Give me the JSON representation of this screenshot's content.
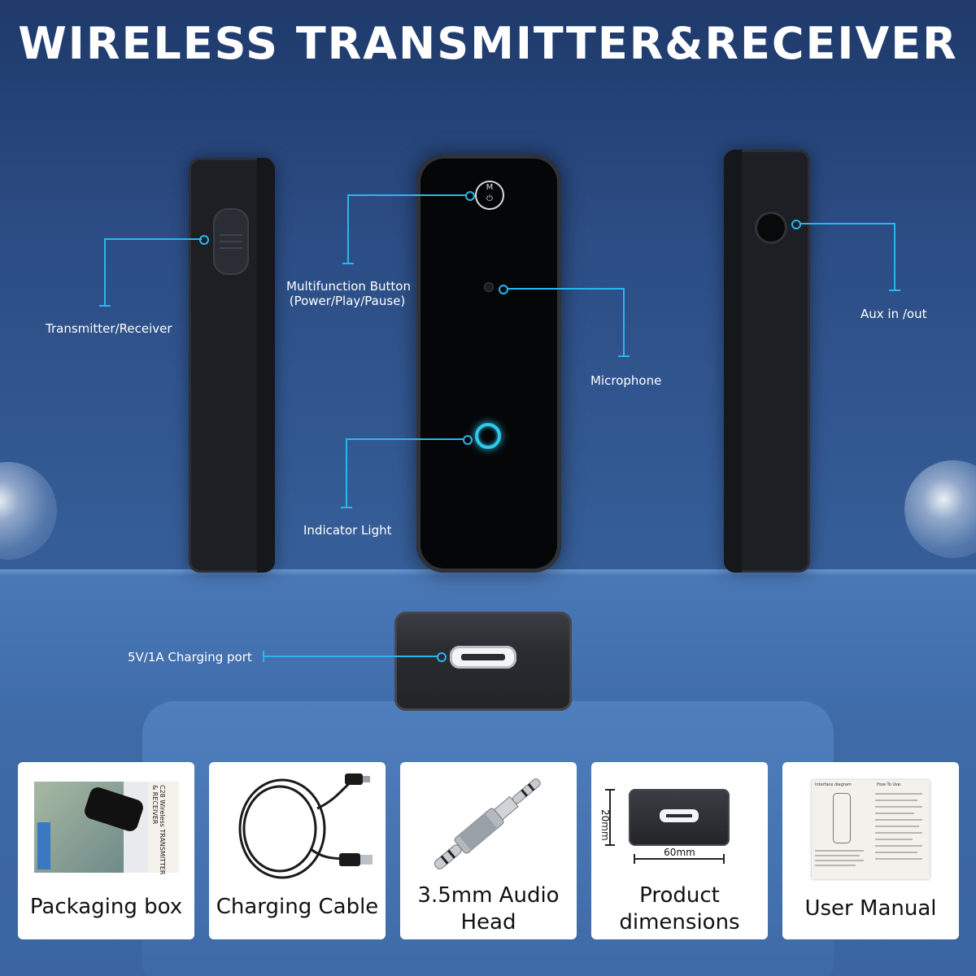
{
  "title": "WIRELESS TRANSMITTER&RECEIVER",
  "callouts": {
    "transmitter_receiver": "Transmitter/Receiver",
    "multifunction_line1": "Multifunction Button",
    "multifunction_line2": "(Power/Play/Pause)",
    "microphone": "Microphone",
    "aux": "Aux in /out",
    "indicator": "Indicator Light",
    "charging_port": "5V/1A Charging port"
  },
  "device": {
    "button_letter": "M",
    "button_symbol": "⏻"
  },
  "cards": [
    {
      "caption": "Packaging box",
      "box_text": "C28 Wireless TRANSMITTER & RECEIVER"
    },
    {
      "caption": "Charging Cable"
    },
    {
      "caption_line1": "3.5mm Audio",
      "caption_line2": "Head"
    },
    {
      "caption_line1": "Product",
      "caption_line2": "dimensions",
      "height_label": "20mm",
      "width_label": "60mm"
    },
    {
      "caption": "User Manual",
      "heading_left": "Interface diagram",
      "heading_right": "How To Use:"
    }
  ],
  "colors": {
    "accent": "#29b6f0",
    "led": "#32c8e8",
    "background": "#2c4d85"
  }
}
